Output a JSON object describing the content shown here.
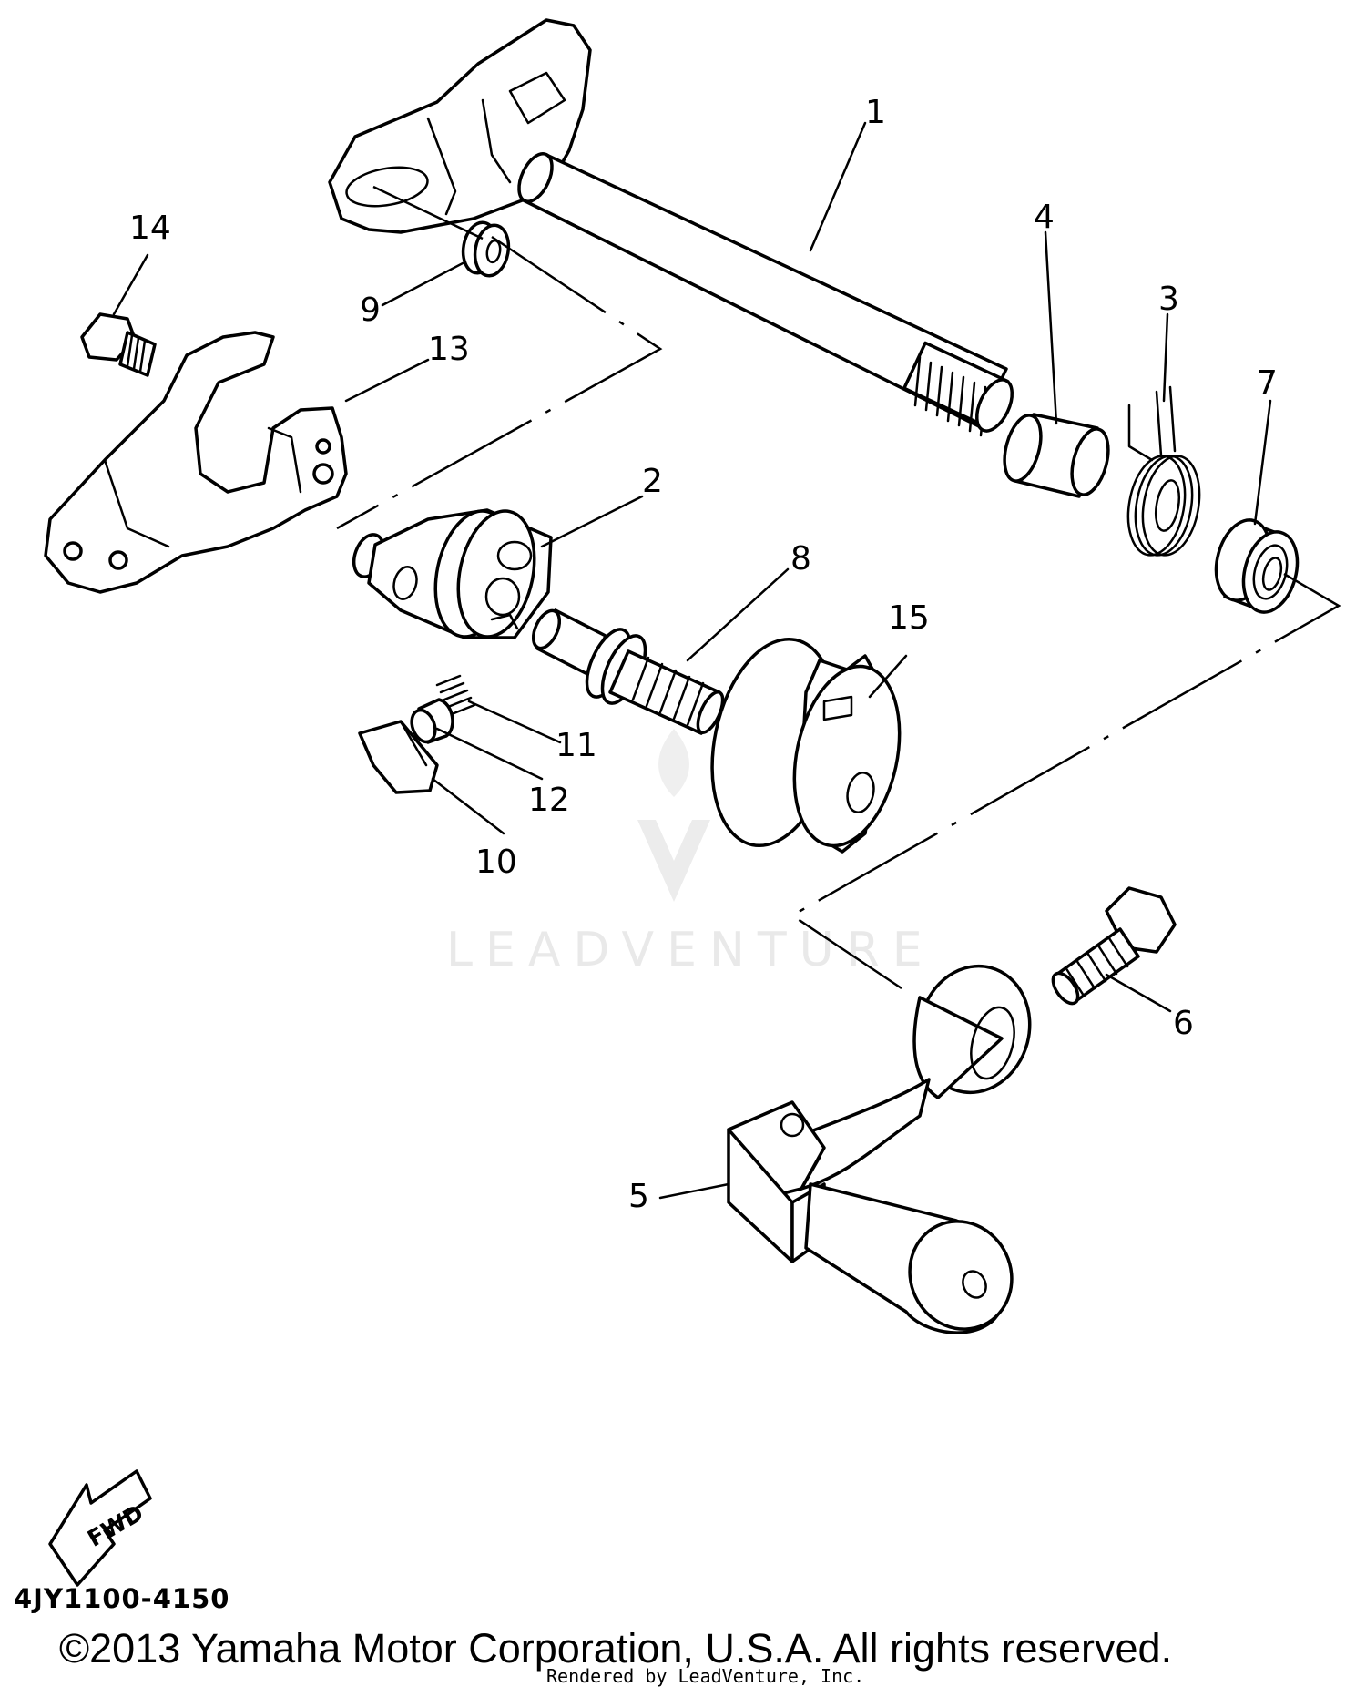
{
  "callouts": {
    "c1": "1",
    "c2": "2",
    "c3": "3",
    "c4": "4",
    "c5": "5",
    "c6": "6",
    "c7": "7",
    "c8": "8",
    "c9": "9",
    "c10": "10",
    "c11": "11",
    "c12": "12",
    "c13": "13",
    "c14": "14",
    "c15": "15"
  },
  "fwd_label": "FWD",
  "diagram_code": "4JY1100-4150",
  "copyright": "©2013 Yamaha Motor Corporation, U.S.A. All rights reserved.",
  "rendered_by": "Rendered by LeadVenture, Inc.",
  "watermark": "LEADVENTURE",
  "colors": {
    "ink": "#000000",
    "paper": "#ffffff",
    "watermark": "#e9e9e9"
  }
}
